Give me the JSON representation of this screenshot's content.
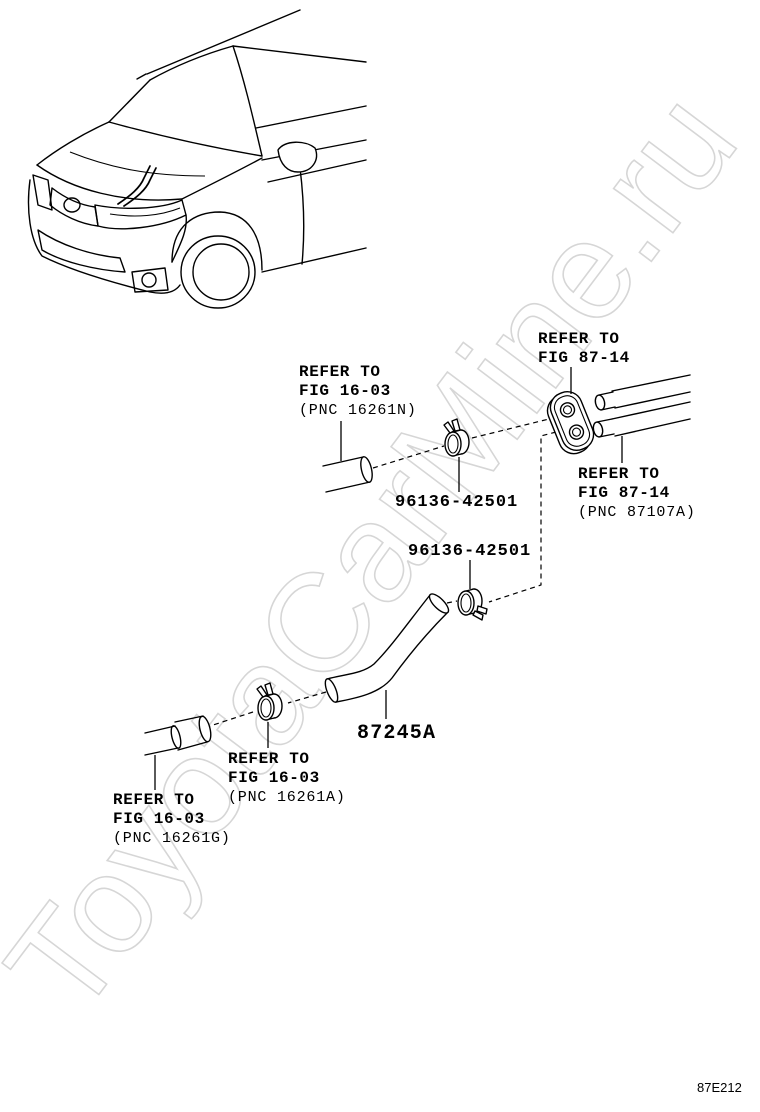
{
  "colors": {
    "line": "#000000",
    "watermark_outline": "#d6d6d6",
    "background": "#ffffff"
  },
  "watermark": "ToyotaCarMine.ru",
  "figure_code": "87E212",
  "callouts": {
    "grommet_ref": {
      "line1": "REFER TO",
      "line2": "FIG 87-14"
    },
    "upper_hose_ref": {
      "line1": "REFER TO",
      "line2": "FIG 16-03",
      "line3": "(PNC 16261N)"
    },
    "pipes_ref": {
      "line1": "REFER TO",
      "line2": "FIG 87-14",
      "line3": "(PNC 87107A)"
    },
    "upper_clamp_part_no": "96136-42501",
    "middle_clamp_part_no": "96136-42501",
    "hose_part_no": "87245A",
    "lower_clamp_ref": {
      "line1": "REFER TO",
      "line2": "FIG 16-03",
      "line3": "(PNC 16261A)"
    },
    "lower_pipe_ref": {
      "line1": "REFER TO",
      "line2": "FIG 16-03",
      "line3": "(PNC 16261G)"
    }
  }
}
